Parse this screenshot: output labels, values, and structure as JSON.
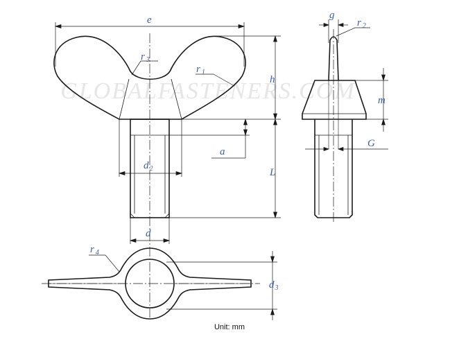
{
  "labels": {
    "e": "e",
    "g": "g",
    "r2": "r",
    "r2_sub": "2",
    "r3": "r",
    "r3_sub": "3",
    "r1": "r",
    "r1_sub": "1",
    "h": "h",
    "m": "m",
    "a": "a",
    "G": "G",
    "d2": "d",
    "d2_sub": "2",
    "L": "L",
    "d": "d",
    "r4": "r",
    "r4_sub": "4",
    "d3": "d",
    "d3_sub": "3"
  },
  "watermark": "GLOBALFASTENERS.COM",
  "unit": {
    "prefix": "Unit: ",
    "value": "mm"
  },
  "colors": {
    "line": "#1a1a1a",
    "label": "#3a5fb0",
    "watermark": "#e6e6e6"
  }
}
